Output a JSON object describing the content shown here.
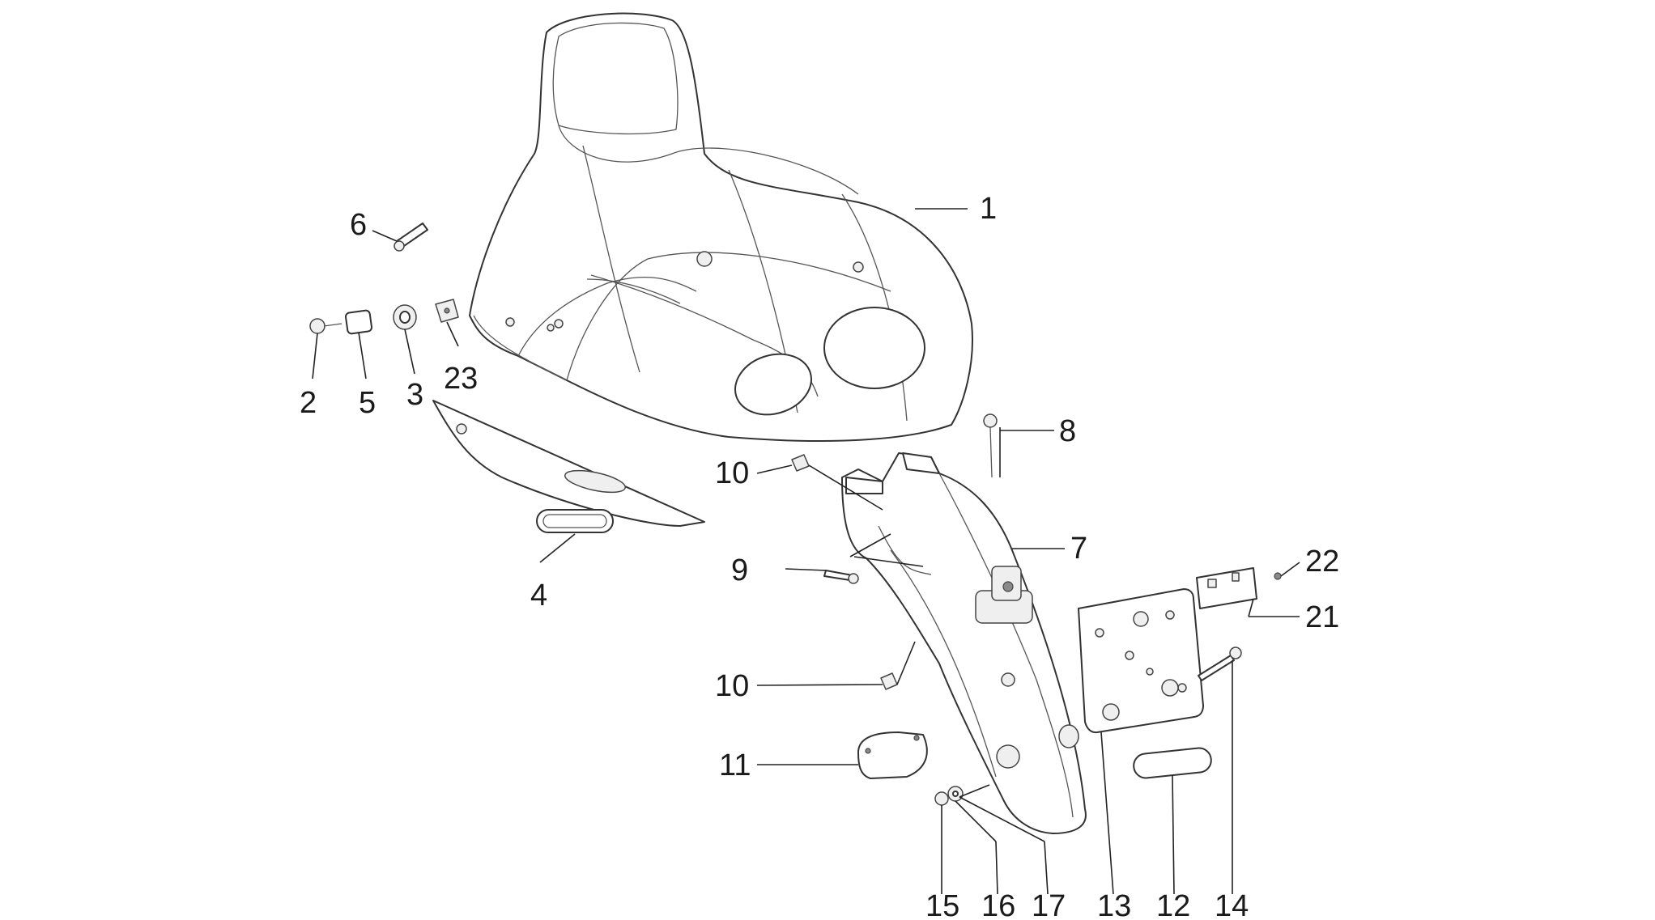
{
  "diagram": {
    "callouts": [
      {
        "id": "1",
        "text": "1"
      },
      {
        "id": "2",
        "text": "2"
      },
      {
        "id": "3",
        "text": "3"
      },
      {
        "id": "4",
        "text": "4"
      },
      {
        "id": "5",
        "text": "5"
      },
      {
        "id": "6",
        "text": "6"
      },
      {
        "id": "7",
        "text": "7"
      },
      {
        "id": "8",
        "text": "8"
      },
      {
        "id": "9",
        "text": "9"
      },
      {
        "id": "10a",
        "text": "10"
      },
      {
        "id": "10b",
        "text": "10"
      },
      {
        "id": "11",
        "text": "11"
      },
      {
        "id": "12",
        "text": "12"
      },
      {
        "id": "13",
        "text": "13"
      },
      {
        "id": "14",
        "text": "14"
      },
      {
        "id": "15",
        "text": "15"
      },
      {
        "id": "16",
        "text": "16"
      },
      {
        "id": "17",
        "text": "17"
      },
      {
        "id": "21",
        "text": "21"
      },
      {
        "id": "22",
        "text": "22"
      },
      {
        "id": "23",
        "text": "23"
      }
    ]
  }
}
